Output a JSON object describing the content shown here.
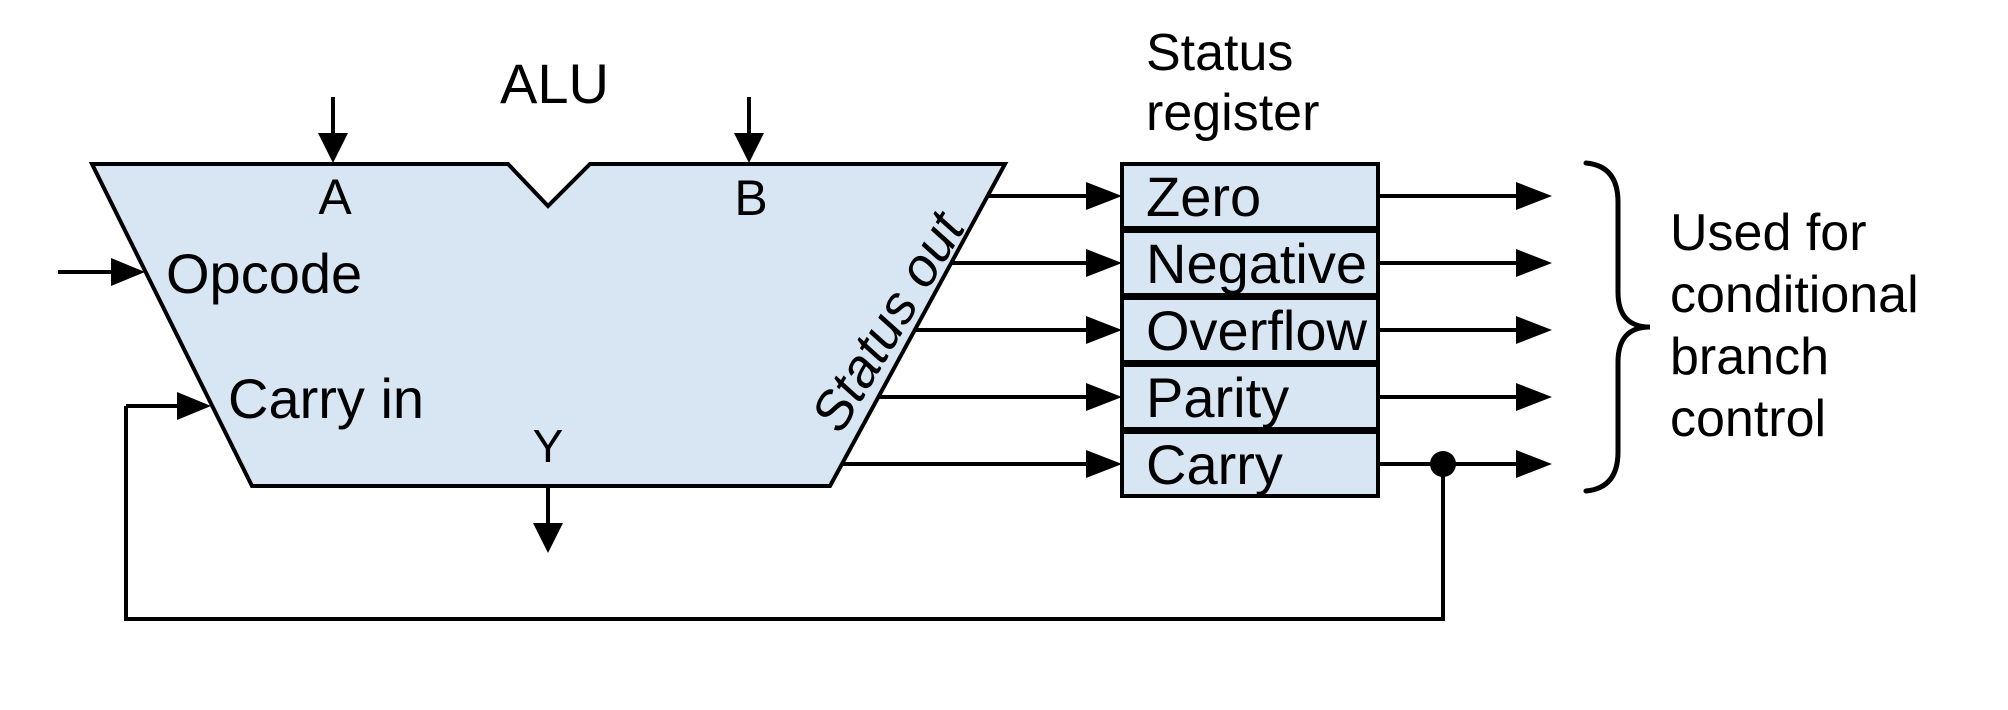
{
  "alu": {
    "title": "ALU",
    "port_a": "A",
    "port_b": "B",
    "opcode": "Opcode",
    "carry_in": "Carry in",
    "output_y": "Y",
    "status_out": "Status out"
  },
  "status_register": {
    "title": [
      "Status",
      "register"
    ],
    "flags": [
      "Zero",
      "Negative",
      "Overflow",
      "Parity",
      "Carry"
    ]
  },
  "note": {
    "lines": [
      "Used for",
      "conditional",
      "branch",
      "control"
    ]
  },
  "colors": {
    "shape_fill": "#d8e6f3",
    "line": "#000000"
  }
}
